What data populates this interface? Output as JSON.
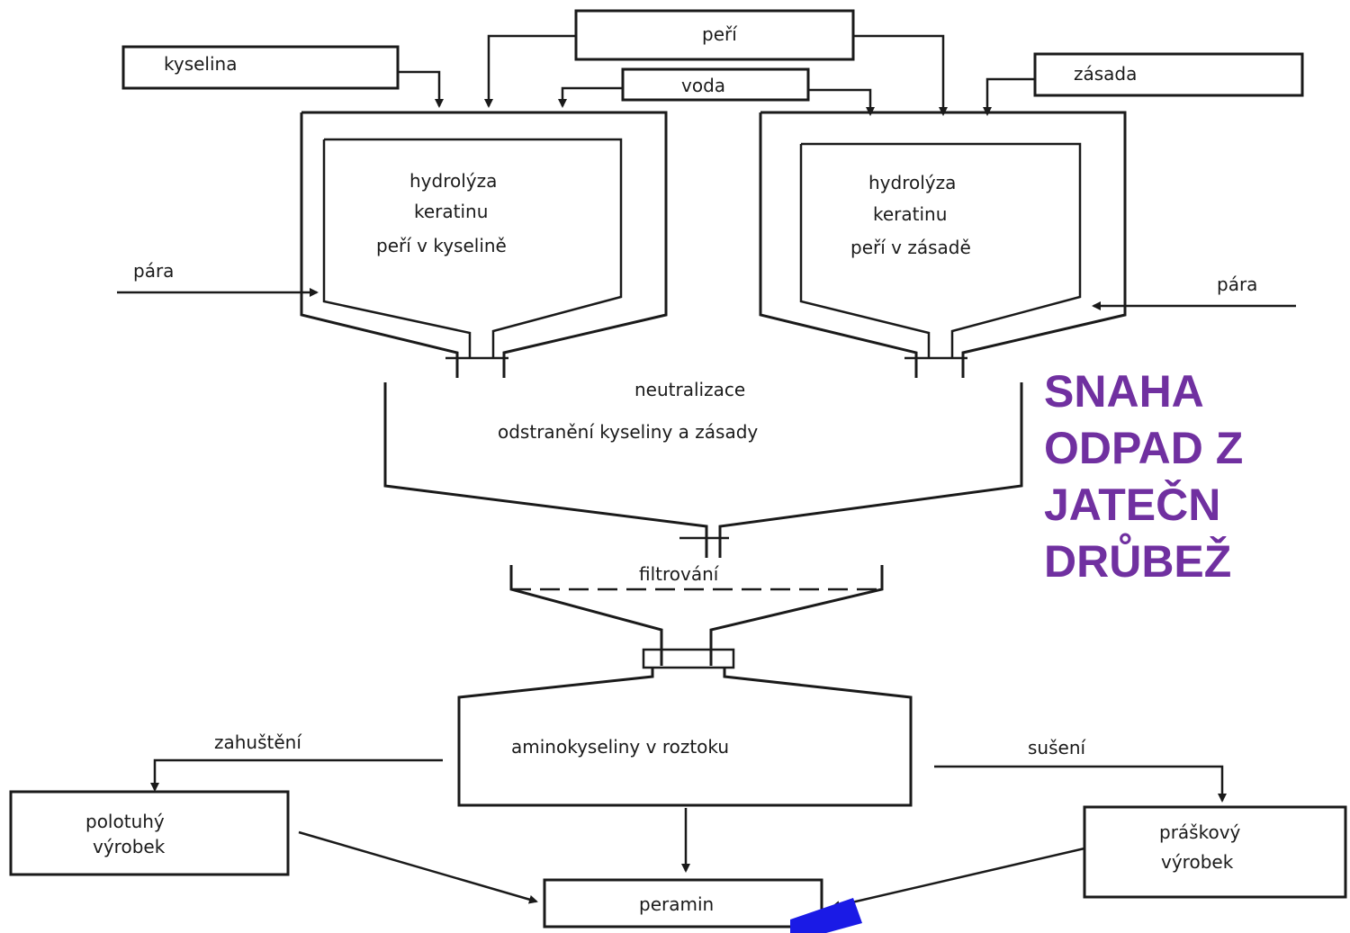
{
  "colors": {
    "title": "#7030a0",
    "marker": "#1a1ae6",
    "ink": "#1a1a1a"
  },
  "inputs": {
    "feathers": "peří",
    "acid": "kyselina",
    "water": "voda",
    "base": "zásada"
  },
  "steam": {
    "left": "pára",
    "right": "pára"
  },
  "tank_acid": {
    "line1": "hydrolýza",
    "line2": "keratinu",
    "line3": "peří v kyselině"
  },
  "tank_base": {
    "line1": "hydrolýza",
    "line2": "keratinu",
    "line3": "peří v zásadě"
  },
  "neutralization": {
    "line1": "neutralizace",
    "line2": "odstranění kyseliny a zásady"
  },
  "filtration": "filtrování",
  "amino": "aminokyseliny v roztoku",
  "concentration": "zahuštění",
  "drying": "sušení",
  "semi_solid": {
    "line1": "polotuhý",
    "line2": "výrobek"
  },
  "powder": {
    "line1": "práškový",
    "line2": "výrobek"
  },
  "product": "peramin",
  "overlay_title": [
    "SNAHA",
    "ODPAD Z",
    "JATEČN",
    "DRŮBEŽ"
  ]
}
